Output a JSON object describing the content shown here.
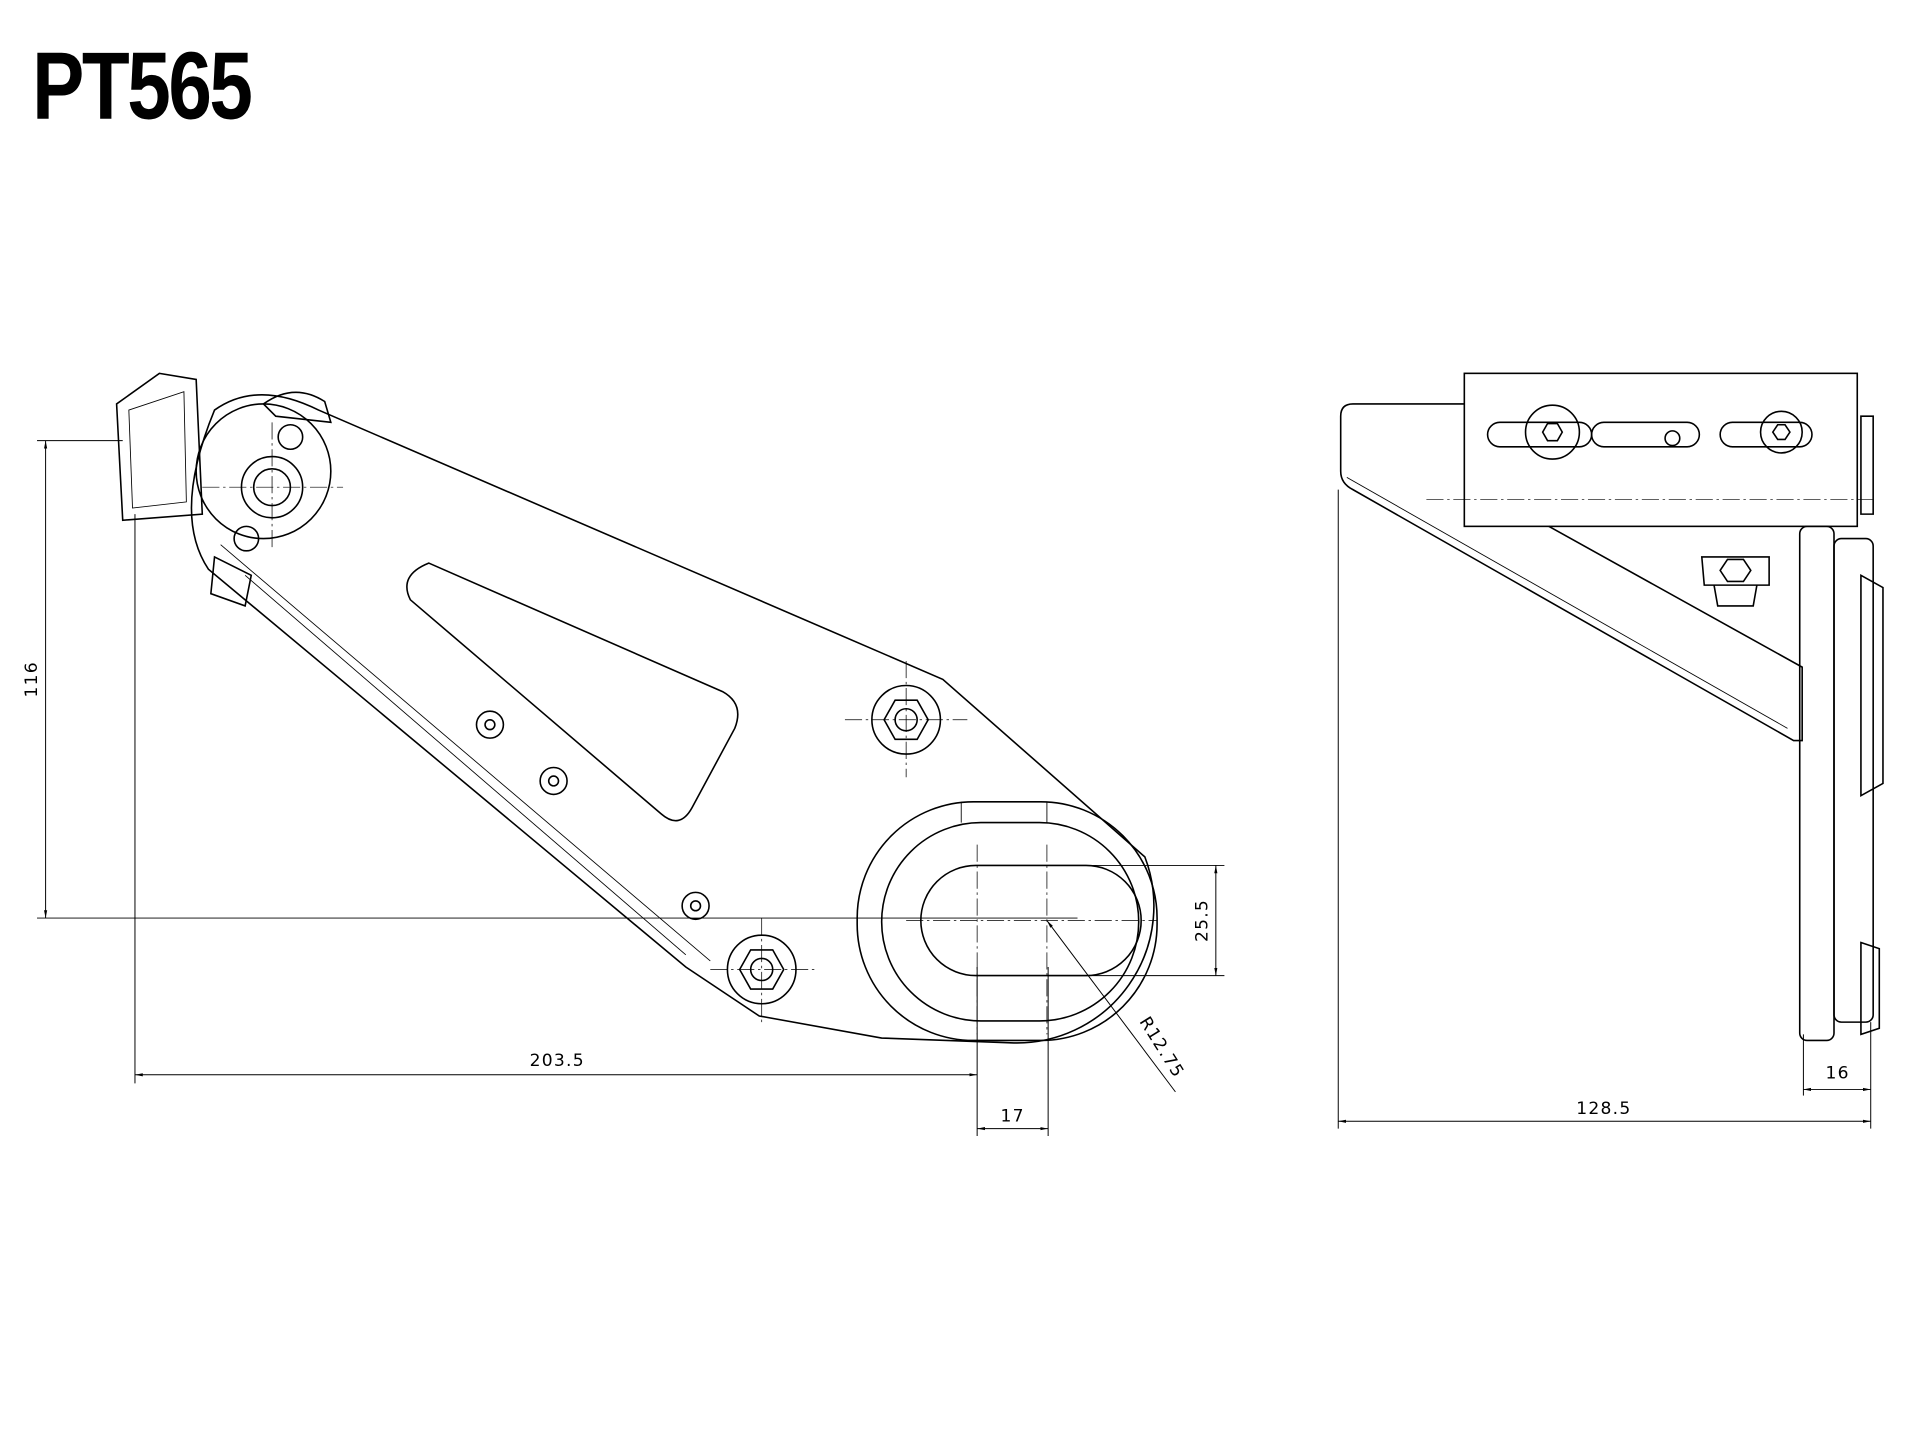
{
  "title": "PT565",
  "dimensions": {
    "height_116": "116",
    "length_203_5": "203.5",
    "offset_17": "17",
    "slot_25_5": "25.5",
    "radius": "R12.75",
    "width_128_5": "128.5",
    "thickness_16": "16"
  }
}
